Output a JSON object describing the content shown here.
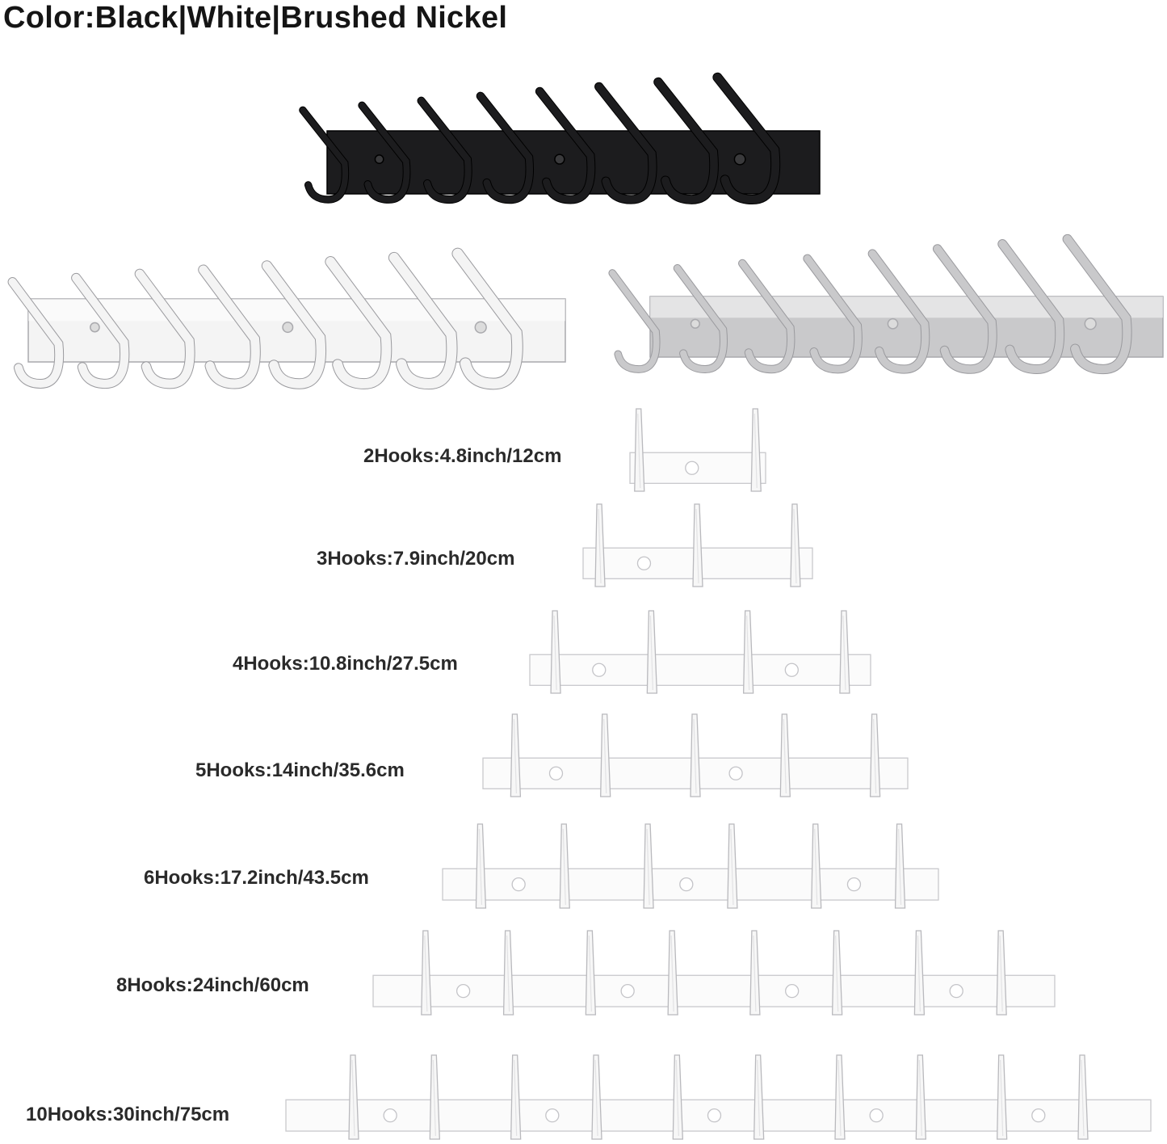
{
  "title": "Color:Black|White|Brushed Nickel",
  "color_variants": [
    {
      "name": "Black",
      "hex": "#1c1c1e",
      "hook_count": 8
    },
    {
      "name": "White",
      "hex": "#f4f4f4",
      "hook_count": 8
    },
    {
      "name": "Brushed Nickel",
      "hex": "#c9c9cb",
      "hook_count": 8
    }
  ],
  "sizes": [
    {
      "label": "2Hooks:4.8inch/12cm",
      "hooks": 2
    },
    {
      "label": "3Hooks:7.9inch/20cm",
      "hooks": 3
    },
    {
      "label": "4Hooks:10.8inch/27.5cm",
      "hooks": 4
    },
    {
      "label": "5Hooks:14inch/35.6cm",
      "hooks": 5
    },
    {
      "label": "6Hooks:17.2inch/43.5cm",
      "hooks": 6
    },
    {
      "label": "8Hooks:24inch/60cm",
      "hooks": 8
    },
    {
      "label": "10Hooks:30inch/75cm",
      "hooks": 10
    }
  ]
}
